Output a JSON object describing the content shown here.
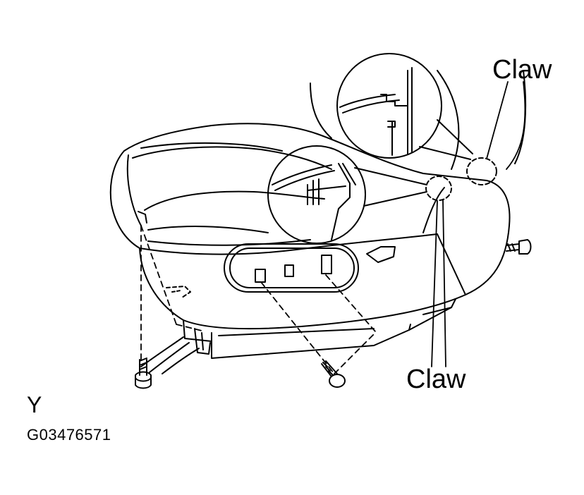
{
  "labels": {
    "claw_top": "Claw",
    "claw_bottom": "Claw",
    "view": "Y",
    "figure_id": "G03476571"
  },
  "colors": {
    "ink": "#000000",
    "paper": "#ffffff"
  },
  "icons": [
    "bolt-icon",
    "screw-icon",
    "claw-detail-icon"
  ]
}
